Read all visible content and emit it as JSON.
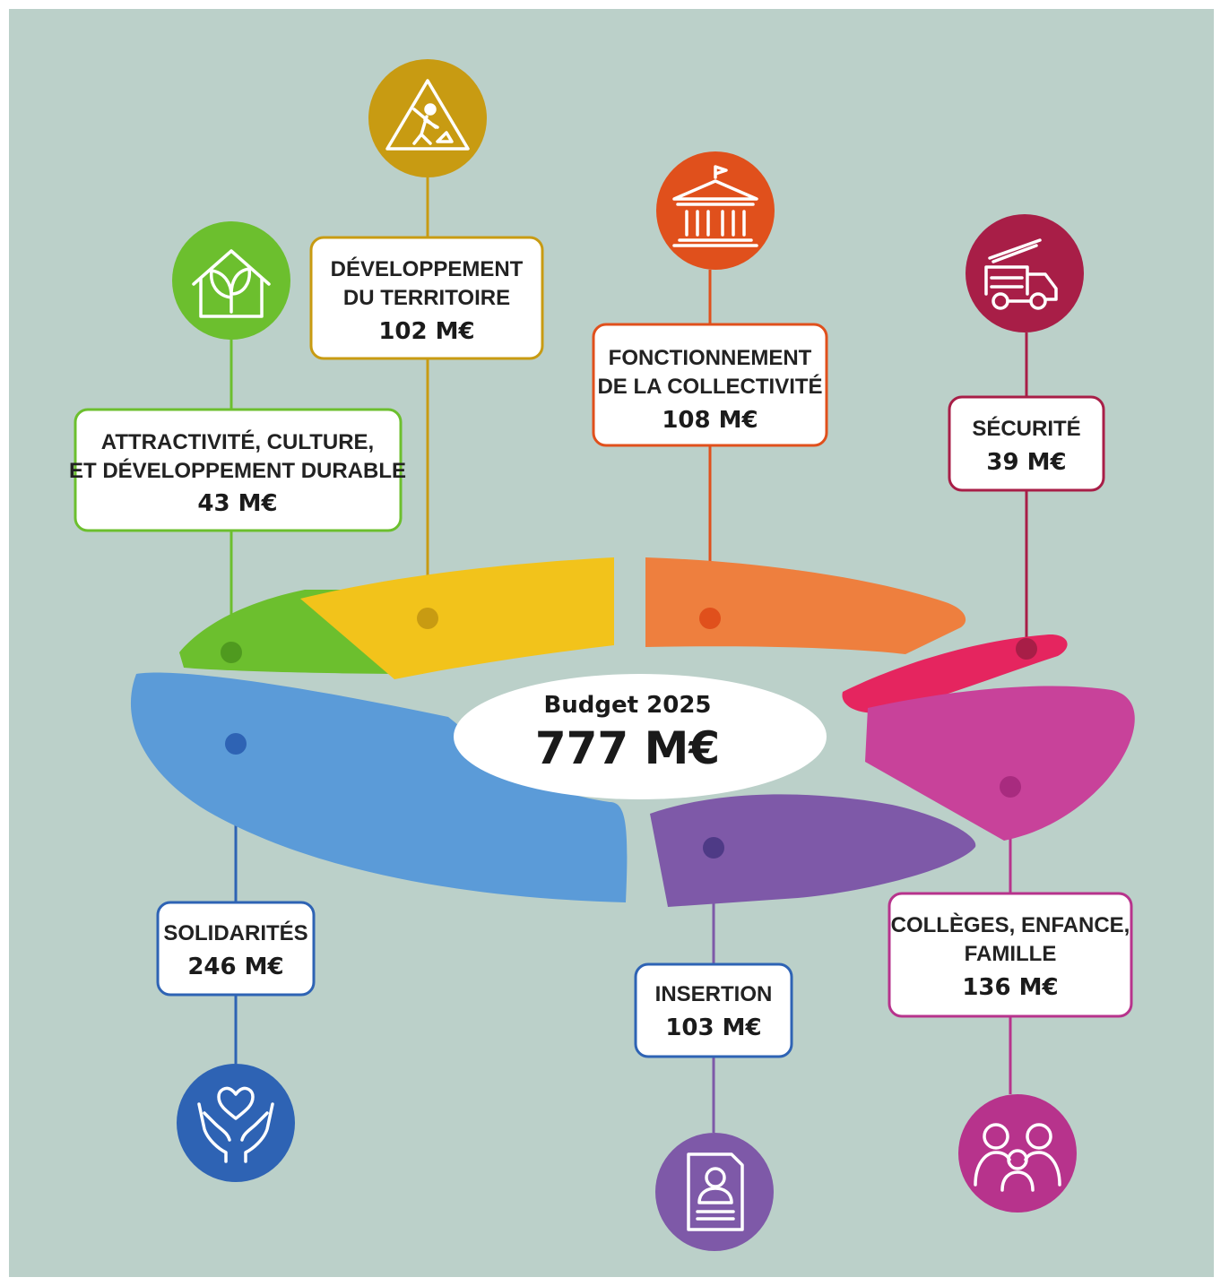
{
  "chart_data": {
    "type": "pie",
    "title": "Budget 2025",
    "total": 777,
    "total_label": "777 M€",
    "unit": "M€",
    "slices": [
      {
        "key": "attractivite",
        "title_lines": [
          "ATTRACTIVITÉ, CULTURE,",
          "ET DÉVELOPPEMENT DURABLE"
        ],
        "value": 43,
        "value_label": "43 M€",
        "color": "#6cbf2e",
        "border_color": "#6cbf2e",
        "icon": "house-leaf-icon"
      },
      {
        "key": "developpement",
        "title_lines": [
          "DÉVELOPPEMENT",
          "DU TERRITOIRE"
        ],
        "value": 102,
        "value_label": "102 M€",
        "color": "#f2c31b",
        "border_color": "#c89b12",
        "icon": "roadwork-sign-icon"
      },
      {
        "key": "fonctionnement",
        "title_lines": [
          "FONCTIONNEMENT",
          "DE LA COLLECTIVITÉ"
        ],
        "value": 108,
        "value_label": "108 M€",
        "color": "#ee7f3e",
        "border_color": "#e0501c",
        "icon": "public-building-icon"
      },
      {
        "key": "securite",
        "title_lines": [
          "SÉCURITÉ"
        ],
        "value": 39,
        "value_label": "39 M€",
        "color": "#e5255f",
        "border_color": "#a81e47",
        "icon": "fire-truck-icon"
      },
      {
        "key": "colleges",
        "title_lines": [
          "COLLÈGES, ENFANCE,",
          "FAMILLE"
        ],
        "value": 136,
        "value_label": "136 M€",
        "color": "#c8429a",
        "border_color": "#b7338c",
        "icon": "family-icon"
      },
      {
        "key": "insertion",
        "title_lines": [
          "INSERTION"
        ],
        "value": 103,
        "value_label": "103 M€",
        "color": "#7e59a8",
        "border_color": "#2e63b4",
        "icon": "resume-document-icon"
      },
      {
        "key": "solidarites",
        "title_lines": [
          "SOLIDARITÉS"
        ],
        "value": 246,
        "value_label": "246 M€",
        "color": "#5b9bd8",
        "border_color": "#2e63b4",
        "icon": "caring-hands-icon"
      }
    ]
  }
}
